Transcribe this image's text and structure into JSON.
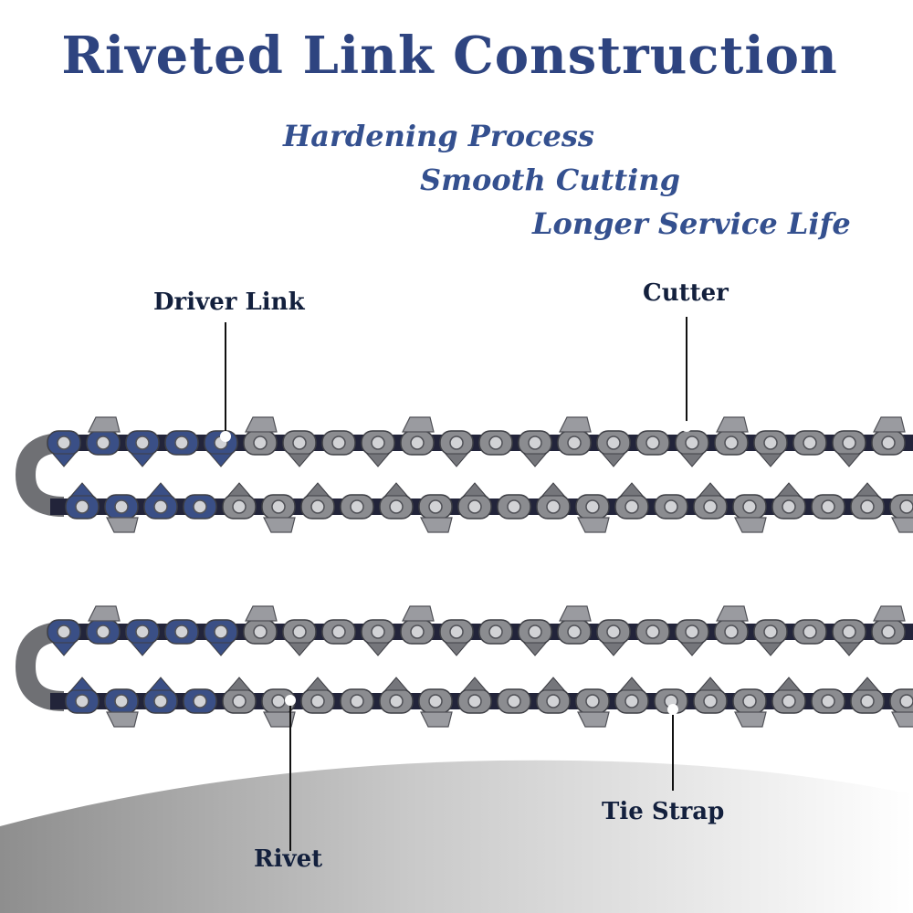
{
  "title": "Riveted Link Construction",
  "features": [
    "Hardening Process",
    "Smooth Cutting",
    "Longer Service Life"
  ],
  "labels": {
    "driver_link": "Driver Link",
    "cutter": "Cutter",
    "rivet": "Rivet",
    "tie_strap": "Tie Strap"
  },
  "colors": {
    "title": "#2e4480",
    "feature": "#34508f",
    "label": "#13203d",
    "chain_steel": "#8b8c90",
    "chain_blue": "#3a4f86"
  },
  "chains": 2
}
